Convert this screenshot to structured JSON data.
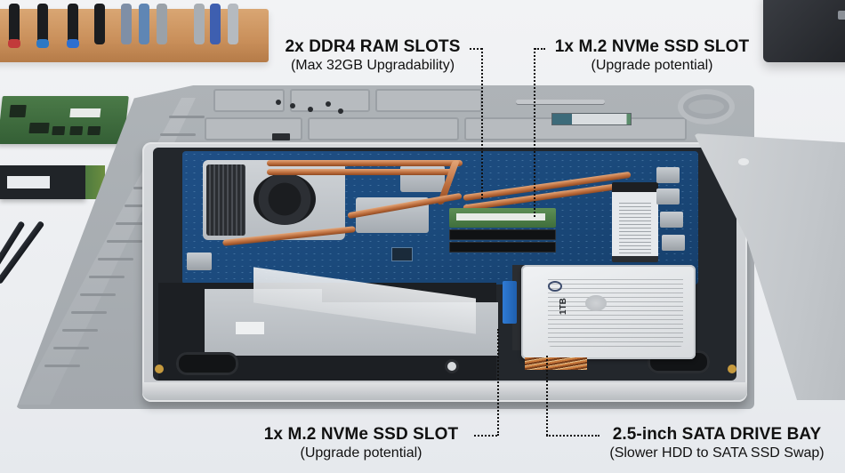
{
  "callouts": {
    "ram": {
      "title": "2x DDR4 RAM SLOTS",
      "subtitle": "(Max 32GB Upgradability)"
    },
    "m2_top": {
      "title": "1x M.2 NVMe SSD SLOT",
      "subtitle": "(Upgrade potential)"
    },
    "m2_bottom": {
      "title": "1x M.2 NVMe SSD SLOT",
      "subtitle": "(Upgrade potential)"
    },
    "sata": {
      "title": "2.5-inch SATA DRIVE BAY",
      "subtitle": "(Slower HDD to SATA SSD Swap)"
    }
  },
  "hdd": {
    "capacity_label": "1TB"
  },
  "colors": {
    "motherboard": "#1b4a7c",
    "heatpipe": "#c4773f",
    "mat": "#a8adb2",
    "annotation_text": "#111111"
  }
}
